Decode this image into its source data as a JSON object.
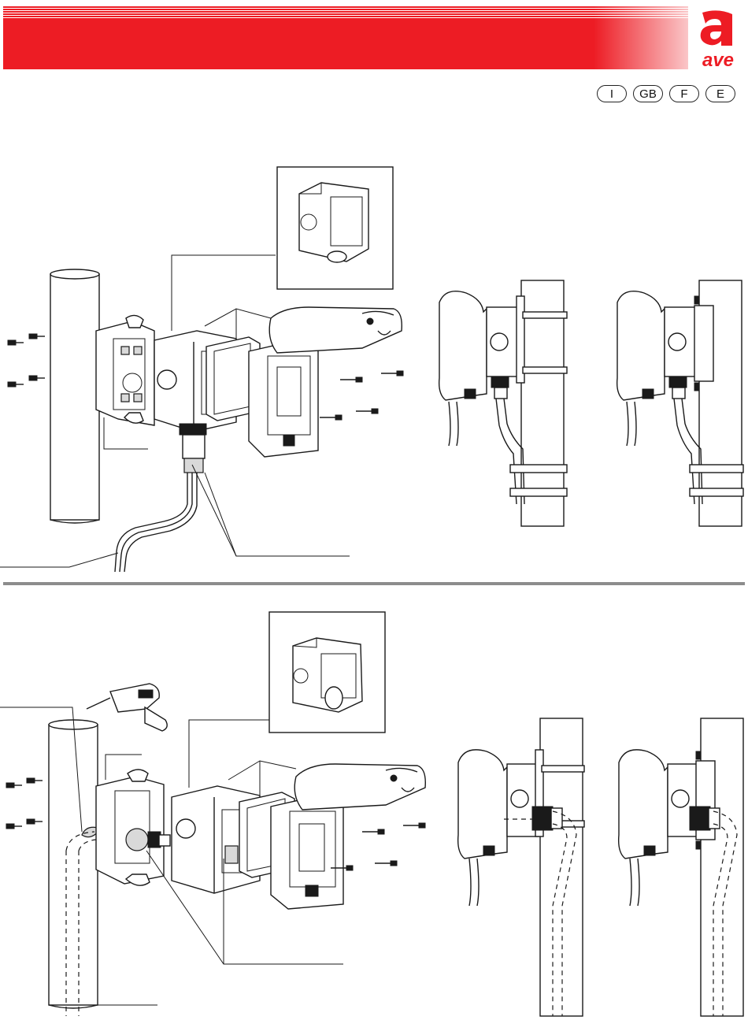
{
  "header": {
    "band_color": "#ed1c24",
    "logo": {
      "icon": "ave-logo-icon",
      "text": "ave",
      "color": "#ed1c24"
    }
  },
  "languages": [
    "I",
    "GB",
    "F",
    "E"
  ],
  "figures": [
    {
      "id": "wall-mount-assembly",
      "icon": "exploded-assembly-icon"
    },
    {
      "id": "wall-mount-side-views",
      "icon": "side-view-icon"
    },
    {
      "id": "pole-mount-assembly",
      "icon": "exploded-assembly-icon"
    },
    {
      "id": "pole-mount-side-views",
      "icon": "side-view-icon"
    }
  ]
}
